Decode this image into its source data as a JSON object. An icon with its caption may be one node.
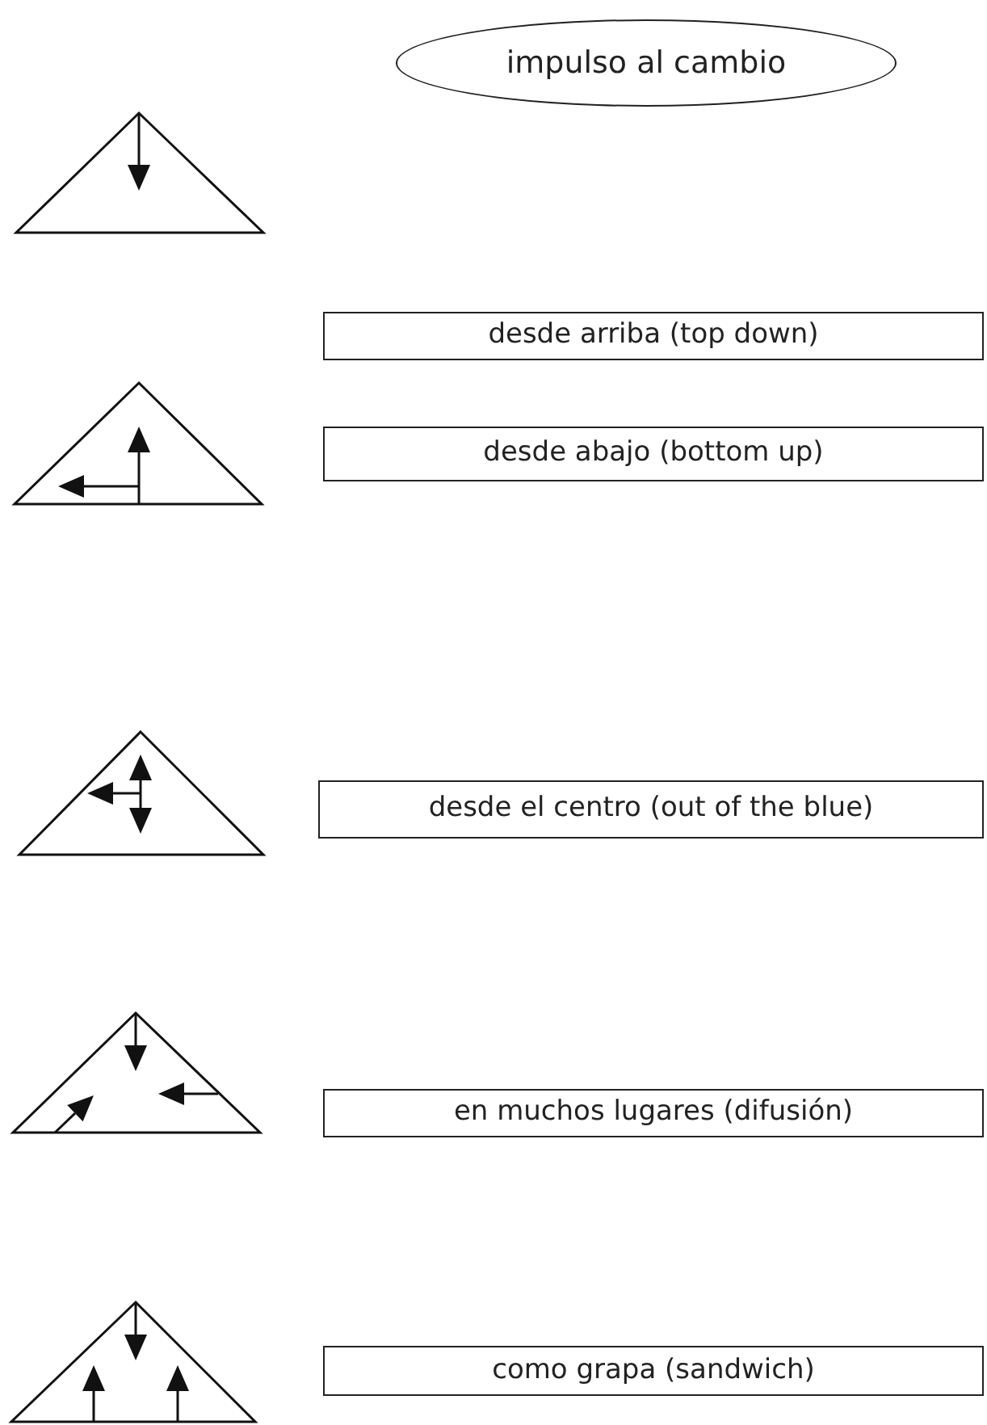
{
  "diagram": {
    "nodes": [
      {
        "text": [
          "impulso al cambio"
        ]
      },
      {
        "text": [
          "desde arriba (top down)"
        ]
      },
      {
        "text": [
          "desde abajo (bottom up)"
        ]
      },
      {
        "text": [
          "desde el centro (out of the blue)"
        ]
      },
      {
        "text": [
          "en muchos lugares (difusión)"
        ]
      },
      {
        "text": [
          "como grapa (sandwich)"
        ]
      }
    ]
  }
}
